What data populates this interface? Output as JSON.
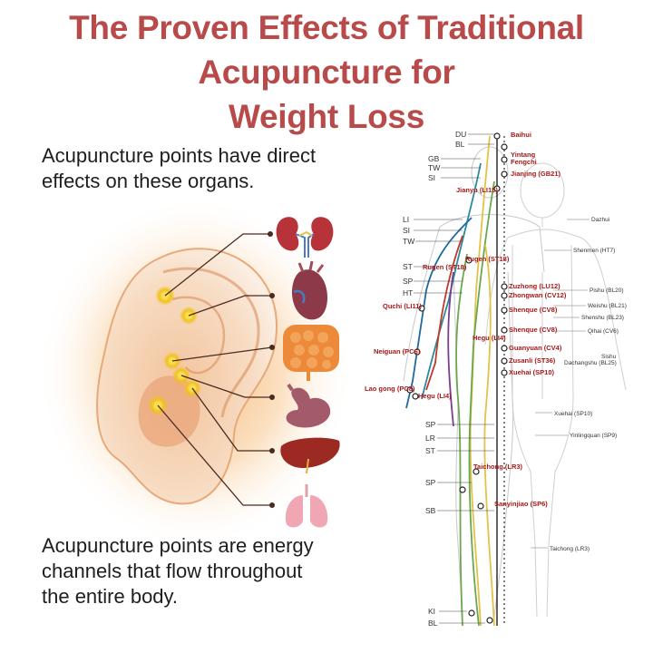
{
  "title": {
    "line1": "The Proven Effects of Traditional",
    "line2": "Acupuncture for",
    "line3": "Weight Loss"
  },
  "captions": {
    "top": "Acupuncture points have direct effects on these organs.",
    "bottom": "Acupuncture points are energy channels that flow throughout the entire body."
  },
  "organs": [
    "kidneys-icon",
    "heart-icon",
    "intestines-icon",
    "stomach-icon",
    "liver-icon",
    "lungs-icon"
  ],
  "meridian_labels_left": {
    "top": [
      "DU",
      "BL",
      "GB",
      "TW",
      "SI"
    ],
    "arm": [
      "LI",
      "SI",
      "TW"
    ],
    "torso": [
      "ST",
      "SP",
      "HT"
    ],
    "legs": [
      "SP",
      "LR",
      "ST",
      "SP",
      "SB"
    ],
    "feet": [
      "KI",
      "BL"
    ]
  },
  "points": {
    "baihui": "Baihui",
    "yintang": "Yintang",
    "fengchi": "Fengchi",
    "jianjing": "Jianjing (GB21)",
    "jianyu": "Jianyu (LI15)",
    "rugen": "Rugen (ST18)",
    "rugen2": "Rugen (ST18)",
    "zuzhong": "Zuzhong (LU12)",
    "zhongwan": "Zhongwan (CV12)",
    "quchi": "Quchi (LI11)",
    "shenque": "Shenque (CV8)",
    "shenque2": "Shenque (CV8)",
    "hegu": "Hegu (LI4)",
    "hegu2": "Hegu (LI4)",
    "guanyuan": "Guanyuan (CV4)",
    "neiguan": "Neiguan (PC6)",
    "zusanli": "Zusanli (ST36)",
    "xuehai": "Xuehai (SP10)",
    "laogong": "Lao gong (PC8)",
    "taichong": "Taichong (LR3)",
    "sanyinjiao": "Sanyinjiao (SP6)"
  },
  "right_labels": {
    "dazhui": "Dazhui",
    "shenmen": "Shenmen (HT7)",
    "pishu": "Pishu (BL20)",
    "weishu": "Weishu (BL21)",
    "shenshu": "Shenshu (BL23)",
    "qihai": "Qihai (CV6)",
    "sishu": "Sishu",
    "bl25": "Dachangshu (BL25)",
    "xuehai": "Xuehai (SP10)",
    "yinlingquan": "Yinlingquan (SP9)",
    "taichong": "Taichong (LR3)"
  },
  "colors": {
    "title": "#b84a4a",
    "point_label": "#a81818",
    "ear_glow": "#f5c28a"
  }
}
